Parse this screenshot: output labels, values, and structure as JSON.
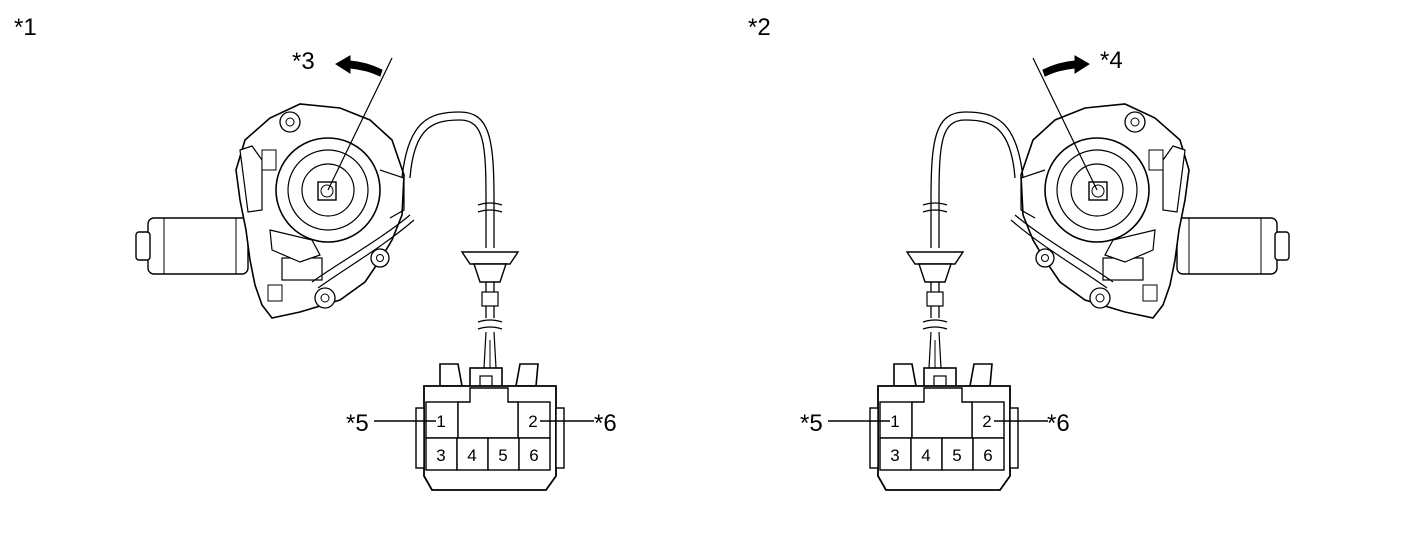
{
  "labels": {
    "diagram_left": "*1",
    "diagram_right": "*2",
    "rotation_left": "*3",
    "rotation_right": "*4",
    "pin_callout_a": "*5",
    "pin_callout_b": "*6"
  },
  "connector_pins": {
    "top_left": "1",
    "top_right": "2",
    "bottom": [
      "3",
      "4",
      "5",
      "6"
    ]
  }
}
